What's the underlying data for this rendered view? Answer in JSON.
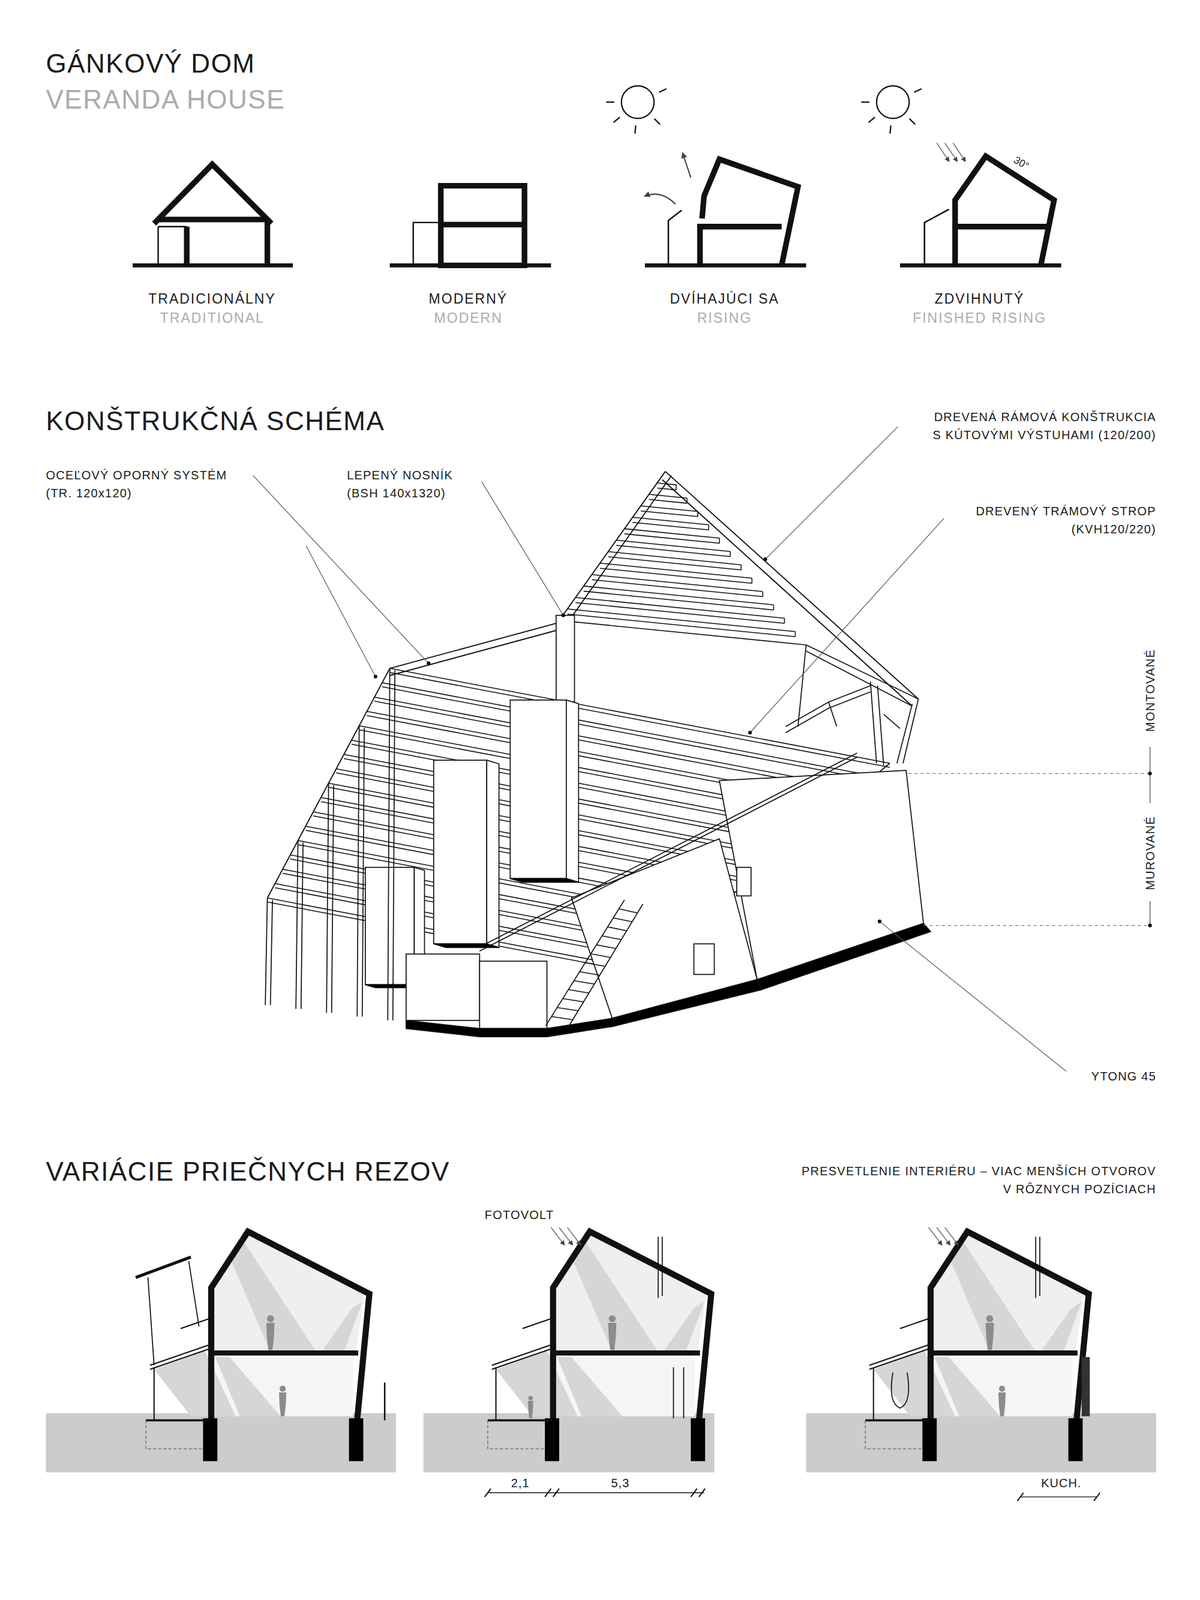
{
  "diagram": {
    "title": "GÁNKOVÝ DOM",
    "labels": [
      "VERANDA HOUSE",
      "TRADICIONÁLNY",
      "TRADITIONAL",
      "MODERNÝ",
      "MODERN",
      "DVÍHAJÚCI SA",
      "RISING",
      "ZDVIHNUTÝ",
      "FINISHED RISING",
      "30°",
      "KONŠTRUKČNÁ SCHÉMA",
      "OCEĽOVÝ OPORNÝ SYSTÉM (TR. 120x120)",
      "LEPENÝ NOSNÍK (BSH 140x1320)",
      "DREVENÁ RÁMOVÁ KONŠTRUKCIA S KÚTOVÝMI VÝSTUHAMI (120/200)",
      "DREVENÝ TRÁMOVÝ STROP (KVH120/220)",
      "MONTOVANÉ",
      "MUROVANÉ",
      "YTONG 45",
      "VARIÁCIE PRIEČNYCH REZOV",
      "PRESVETLENIE INTERIÉRU – VIAC MENŠÍCH OTVOROV V RÔZNYCH POZÍCIACH",
      "FOTOVOLT",
      "2,1",
      "5,3",
      "KUCH."
    ]
  }
}
